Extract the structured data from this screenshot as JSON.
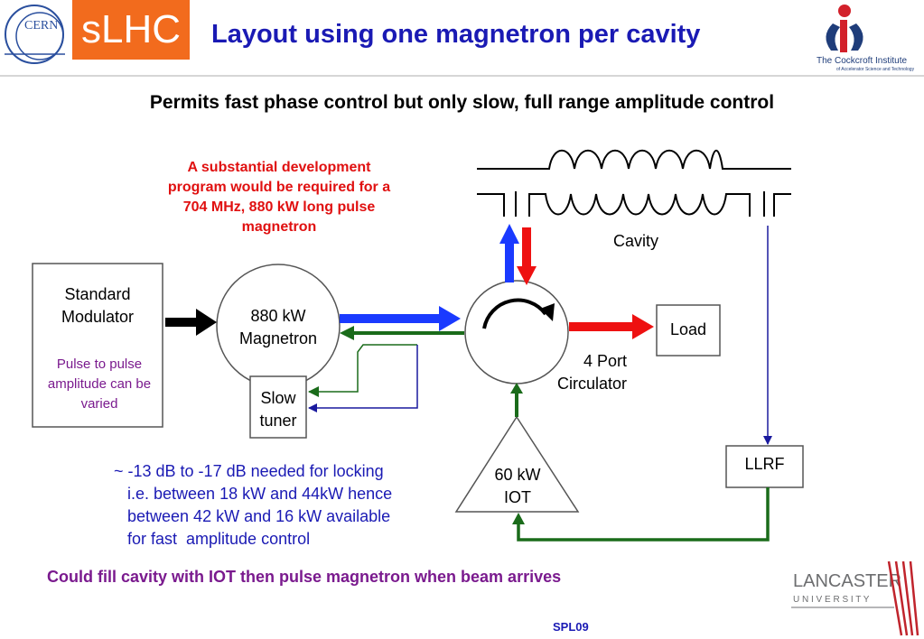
{
  "header": {
    "badge": "sLHC",
    "title": "Layout using one magnetron per cavity",
    "cern_logo_text": "CERN",
    "cockcroft_name": "The Cockcroft Institute",
    "cockcroft_tagline": "of Accelerator Science and Technology"
  },
  "subtitle": "Permits fast phase control but only slow, full range amplitude control",
  "red_note": "A substantial development program would be required for a 704 MHz, 880 kW long pulse magnetron",
  "blocks": {
    "modulator_line1": "Standard",
    "modulator_line2": "Modulator",
    "modulator_note": "Pulse to pulse amplitude can be varied",
    "magnetron_line1": "880 kW",
    "magnetron_line2": "Magnetron",
    "tuner_line1": "Slow",
    "tuner_line2": "tuner",
    "cavity": "Cavity",
    "load": "Load",
    "circulator_line1": "4 Port",
    "circulator_line2": "Circulator",
    "iot_line1": "60 kW",
    "iot_line2": "IOT",
    "llrf": "LLRF"
  },
  "locking_note": "~ -13 dB to -17 dB needed for locking\n   i.e. between 18 kW and 44kW hence\n   between 42 kW and 16 kW available\n   for fast  amplitude control",
  "bottom_note": "Could fill cavity with IOT then pulse magnetron when beam arrives",
  "footer": {
    "code": "SPL09",
    "lancaster_line1": "LANCASTER",
    "lancaster_line2": "U N I V E R S I T Y"
  },
  "colors": {
    "title_blue": "#1a1ab4",
    "badge_orange": "#f26b1d",
    "note_red": "#e01010",
    "note_purple": "#7a1a8e",
    "arrow_blue": "#1a3aff",
    "arrow_red": "#ee1111",
    "feedback_green": "#1a6b1a",
    "signal_navy": "#1a1a9e"
  }
}
